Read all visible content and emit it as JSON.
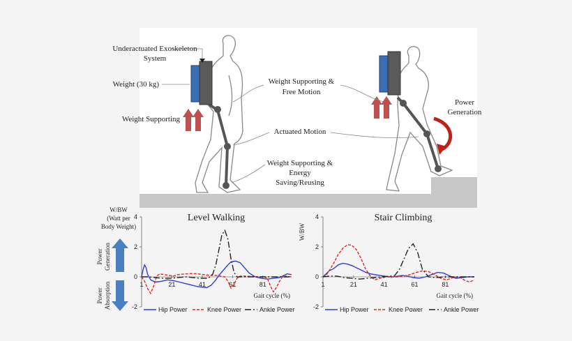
{
  "illustration": {
    "labels": {
      "underactuated_line1": "Underactuated Exoskeleton",
      "underactuated_line2": "System",
      "weight": "Weight (30 kg)",
      "weight_supporting": "Weight Supporting",
      "ws_free_line1": "Weight Supporting &",
      "ws_free_line2": "Free Motion",
      "actuated_motion": "Actuated Motion",
      "ws_energy_line1": "Weight Supporting &",
      "ws_energy_line2": "Energy",
      "ws_energy_line3": "Saving/Reusing",
      "power_generation_line1": "Power",
      "power_generation_line2": "Generation"
    },
    "colors": {
      "arrow_red": "#c0504d",
      "backpack_blue": "#3a6fb5",
      "backpack_gray": "#555555",
      "joint": "#555555",
      "rotation_arrow": "#c0201a",
      "ground": "#c8c8c8"
    }
  },
  "side_axis": {
    "ylabel_line1": "W/BW",
    "ylabel_line2": "(Watt per",
    "ylabel_line3": "Body Weight)",
    "generation_line1": "Power",
    "generation_line2": "Generation",
    "absorption_line1": "Power",
    "absorption_line2": "Absorption",
    "arrow_color": "#4a7fc1"
  },
  "chart_data": [
    {
      "type": "line",
      "title": "Level Walking",
      "xlabel": "Gait cycle (%)",
      "ylabel": "",
      "x_ticks": [
        "1",
        "21",
        "41",
        "61",
        "81"
      ],
      "y_ticks": [
        "4",
        "2",
        "0",
        "-2"
      ],
      "xlim": [
        1,
        100
      ],
      "ylim": [
        -2,
        4
      ],
      "grid": false,
      "legend_position": "bottom",
      "series": [
        {
          "name": "Hip Power",
          "color": "#2b3fd4",
          "style": "solid",
          "x": [
            1,
            2,
            3,
            4,
            5,
            7,
            10,
            14,
            18,
            22,
            26,
            30,
            34,
            38,
            42,
            44,
            47,
            50,
            52,
            55,
            58,
            60,
            63,
            66,
            69,
            72,
            76,
            80,
            84,
            88,
            92,
            95,
            97,
            100
          ],
          "y": [
            0,
            0.5,
            0.8,
            0.6,
            0.15,
            -0.2,
            -0.35,
            -0.3,
            -0.2,
            -0.25,
            -0.35,
            -0.45,
            -0.55,
            -0.65,
            -0.7,
            -0.72,
            -0.55,
            -0.2,
            0.1,
            0.45,
            0.8,
            1.0,
            1.05,
            0.95,
            0.6,
            0.25,
            0,
            -0.1,
            -0.15,
            -0.1,
            -0.05,
            0.1,
            0.2,
            0.15
          ]
        },
        {
          "name": "Knee Power",
          "color": "#e8231f",
          "style": "dash",
          "x": [
            1,
            3,
            5,
            7,
            9,
            11,
            13,
            16,
            19,
            22,
            25,
            30,
            34,
            38,
            42,
            46,
            50,
            53,
            56,
            58,
            60,
            62,
            64,
            66,
            70,
            74,
            78,
            82,
            84,
            86,
            88,
            90,
            92,
            94,
            96,
            100
          ],
          "y": [
            0,
            -0.3,
            -0.8,
            -1.1,
            -0.6,
            0.05,
            0.2,
            0.15,
            0.1,
            0.05,
            0.15,
            0.2,
            0.22,
            0.2,
            0.15,
            0.1,
            0.1,
            0.05,
            0,
            -0.3,
            -0.75,
            -0.5,
            -0.1,
            0.05,
            0.05,
            0.02,
            0,
            0,
            -0.1,
            -0.6,
            -1.0,
            -0.7,
            -0.3,
            0,
            0.05,
            0
          ]
        },
        {
          "name": "Ankle Power",
          "color": "#222222",
          "style": "dashdot",
          "x": [
            1,
            5,
            10,
            15,
            20,
            25,
            30,
            35,
            40,
            45,
            48,
            50,
            52,
            54,
            56,
            58,
            60,
            62,
            64,
            66,
            70,
            75,
            80,
            85,
            90,
            95,
            100
          ],
          "y": [
            0,
            0,
            -0.05,
            -0.1,
            -0.1,
            -0.05,
            0,
            -0.05,
            -0.1,
            -0.1,
            0.2,
            0.8,
            1.8,
            2.8,
            3.1,
            2.5,
            1.2,
            0.3,
            0,
            0,
            0,
            0,
            0,
            0,
            0,
            0,
            0
          ]
        }
      ]
    },
    {
      "type": "line",
      "title": "Stair Climbing",
      "xlabel": "Gait cycle (%)",
      "ylabel": "W/BW",
      "x_ticks": [
        "1",
        "21",
        "41",
        "61",
        "81"
      ],
      "y_ticks": [
        "4",
        "2",
        "0",
        "-2"
      ],
      "xlim": [
        1,
        100
      ],
      "ylim": [
        -2,
        4
      ],
      "grid": false,
      "legend_position": "bottom",
      "series": [
        {
          "name": "Hip Power",
          "color": "#2b3fd4",
          "style": "solid",
          "x": [
            1,
            3,
            5,
            8,
            11,
            14,
            17,
            20,
            23,
            26,
            29,
            32,
            35,
            38,
            41,
            44,
            47,
            50,
            53,
            56,
            60,
            64,
            68,
            72,
            76,
            80,
            84,
            88,
            92,
            96,
            100
          ],
          "y": [
            0,
            0.2,
            0.4,
            0.55,
            0.8,
            0.9,
            0.85,
            0.75,
            0.6,
            0.45,
            0.3,
            0.2,
            0.15,
            0.1,
            0.05,
            0,
            0,
            0.05,
            0.1,
            0.05,
            -0.05,
            -0.1,
            0,
            0.15,
            0.3,
            0.25,
            0.05,
            -0.1,
            -0.05,
            0,
            0
          ]
        },
        {
          "name": "Knee Power",
          "color": "#e8231f",
          "style": "dash",
          "x": [
            1,
            3,
            5,
            8,
            11,
            14,
            17,
            20,
            23,
            26,
            29,
            32,
            35,
            38,
            42,
            46,
            50,
            54,
            58,
            62,
            66,
            70,
            74,
            78,
            82,
            86,
            90,
            94,
            97,
            100
          ],
          "y": [
            0,
            0.1,
            0.4,
            0.9,
            1.5,
            1.9,
            2.15,
            2.1,
            1.8,
            1.2,
            0.5,
            0.05,
            -0.2,
            -0.1,
            0,
            0,
            0,
            0.05,
            0.15,
            0.3,
            0.4,
            0.35,
            0.15,
            -0.1,
            -0.2,
            -0.05,
            0,
            -0.25,
            -0.35,
            -0.2
          ]
        },
        {
          "name": "Ankle Power",
          "color": "#222222",
          "style": "dashdot",
          "x": [
            1,
            5,
            10,
            15,
            20,
            25,
            30,
            35,
            40,
            45,
            48,
            51,
            54,
            57,
            60,
            63,
            66,
            70,
            75,
            80,
            85,
            90,
            95,
            100
          ],
          "y": [
            0,
            0.05,
            0.05,
            -0.05,
            -0.1,
            -0.15,
            -0.1,
            -0.05,
            0,
            0.05,
            0.1,
            0.5,
            1.2,
            1.9,
            2.2,
            1.6,
            0.5,
            0,
            -0.05,
            0,
            0,
            0,
            0,
            0
          ]
        }
      ]
    }
  ]
}
